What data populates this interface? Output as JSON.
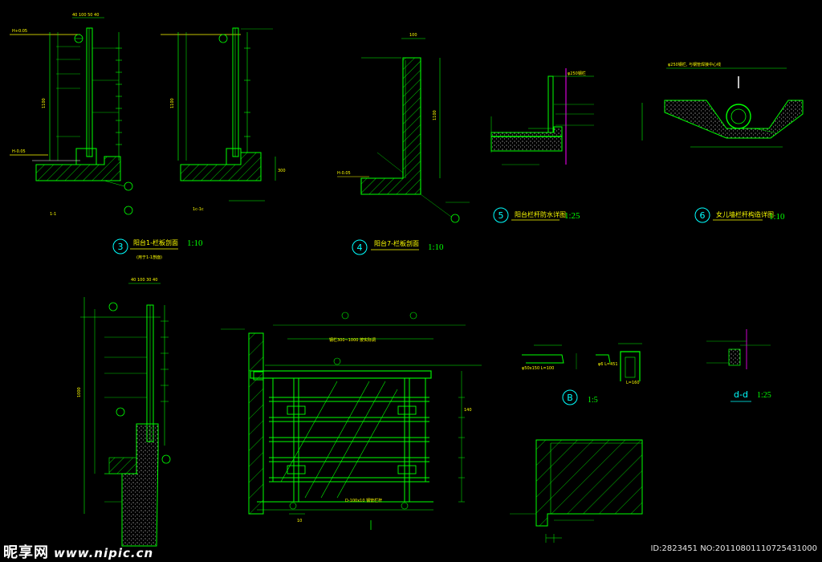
{
  "colors": {
    "background": "#000000",
    "line": "#00ff00",
    "text": "#ffff00",
    "dim": "#00ffff",
    "magenta": "#ff00ff",
    "white": "#ffffff"
  },
  "details": [
    {
      "number": "3",
      "title": "阳台1-栏板剖面",
      "subtitle": "(用于1-1剖面)",
      "scale": "1:10",
      "cut_labels": [
        "1-1",
        "1c-1c"
      ]
    },
    {
      "number": "4",
      "title": "阳台7-栏板剖面",
      "scale": "1:10"
    },
    {
      "number": "5",
      "title": "阳台栏杆防水详图",
      "scale": "1:25"
    },
    {
      "number": "6",
      "title": "女儿墙栏杆构造详图",
      "scale": "1:10"
    },
    {
      "number": "B",
      "scale": "1:5"
    },
    {
      "title": "d-d",
      "scale": "1:25"
    }
  ],
  "dimensions": {
    "rail_height": "1100",
    "rail_height_2": "1000",
    "top_dims": [
      "40",
      "100",
      "50",
      "40"
    ],
    "wall": "100",
    "slab": "300",
    "pitch": "140",
    "bottom": "10"
  },
  "labels": {
    "elev_top": "H+0.05",
    "level_b": "H-0.05",
    "rail_elev": "H-0.05",
    "note_rail": "φ250钢栏",
    "pipe_note": "φ250钢栏, 与钢管焊接中心线",
    "spacing_note": "钢栏300~1000 按实际调",
    "bottom_note": "D-100x10 钢管栏杆",
    "b_dim_left": "φ50x150 L=100",
    "b_dim_mid": "φ6 L=451",
    "b_dim_right": "L=160"
  },
  "watermark": {
    "logo": "昵享网",
    "url": "www.nipic.cn",
    "id": "ID:2823451 NO:20110801110725431000"
  }
}
